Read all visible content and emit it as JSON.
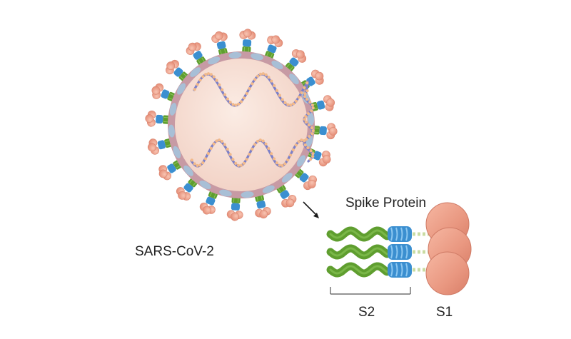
{
  "labels": {
    "virus": "SARS-CoV-2",
    "spike": "Spike Protein",
    "s2": "S2",
    "s1": "S1"
  },
  "colors": {
    "background": "#ffffff",
    "envelope": "#c79aa4",
    "interior": "#f7dfd4",
    "rna_strand": "#7b7fc8",
    "rna_beads": "#f2b98a",
    "membrane_protein": "#a8bfd6",
    "s2_helix": "#5f9e2f",
    "s2_coil": "#3b8fd0",
    "linker": "#c9dca3",
    "s1_head": "#eda38e",
    "text": "#222222"
  },
  "icons": [
    "virus-particle",
    "spike-protein-trimer",
    "zoom-arrow",
    "s2-bracket"
  ]
}
